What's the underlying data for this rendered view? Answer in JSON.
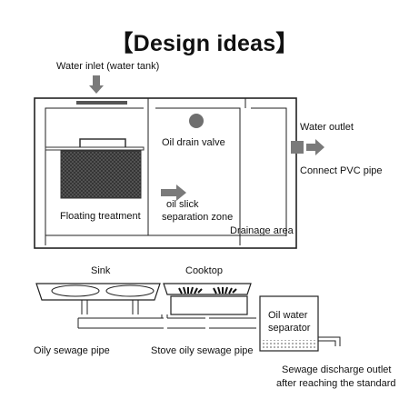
{
  "title": "【Design ideas】",
  "top_section": {
    "water_inlet": "Water inlet (water tank)",
    "oil_drain_valve": "Oil drain valve",
    "floating_treatment": "Floating treatment",
    "oil_slick_zone_line1": "oil slick",
    "oil_slick_zone_line2": "separation zone",
    "drainage_area": "Drainage area",
    "water_outlet": "Water outlet",
    "connect_pvc": "Connect PVC pipe"
  },
  "bottom_section": {
    "sink": "Sink",
    "cooktop": "Cooktop",
    "separator_line1": "Oil water",
    "separator_line2": "separator",
    "oily_sewage_pipe": "Oily sewage pipe",
    "stove_pipe": "Stove oily sewage pipe",
    "discharge_line1": "Sewage discharge outlet",
    "discharge_line2": "after reaching the standard"
  },
  "colors": {
    "line": "#222222",
    "arrow": "#7a7a7a",
    "basket": "#555555",
    "valve": "#6f6f6f"
  }
}
